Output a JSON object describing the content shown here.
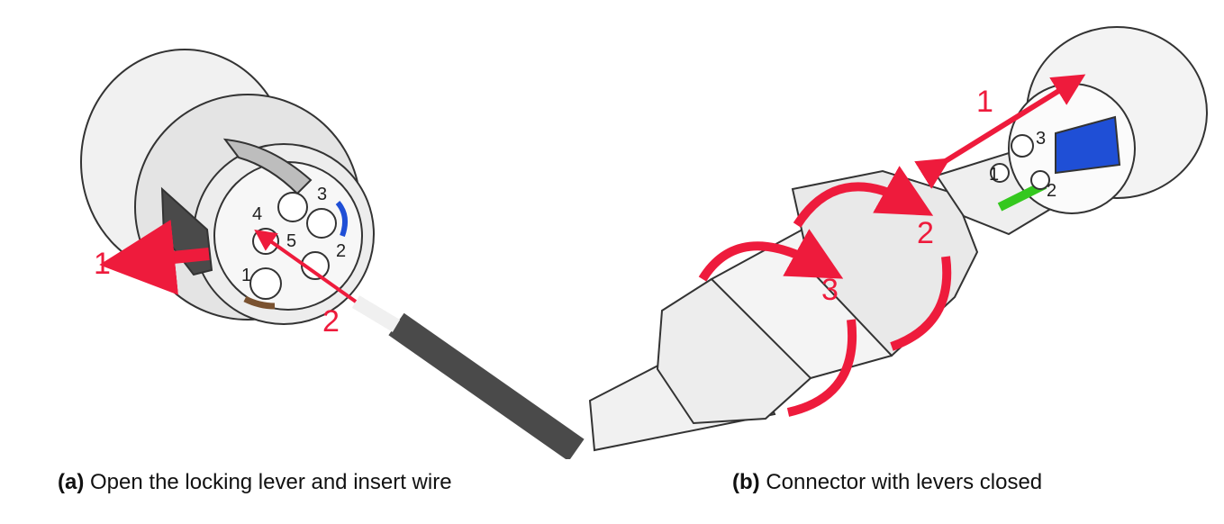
{
  "figure": {
    "panel_a": {
      "tag": "(a)",
      "caption": "Open the locking lever and insert wire",
      "step_labels": [
        "1",
        "2"
      ],
      "pin_labels": [
        "1",
        "2",
        "3",
        "4",
        "5"
      ]
    },
    "panel_b": {
      "tag": "(b)",
      "caption": "Connector with levers closed",
      "step_labels": [
        "1",
        "2",
        "3"
      ],
      "pin_labels": [
        "1",
        "2",
        "3"
      ]
    }
  },
  "colors": {
    "arrow": "#ee1b3c",
    "wire_blue": "#1f4fd6",
    "wire_green": "#34c81e",
    "wire_brown": "#7a5230",
    "cable_dark": "#4a4a4a"
  }
}
